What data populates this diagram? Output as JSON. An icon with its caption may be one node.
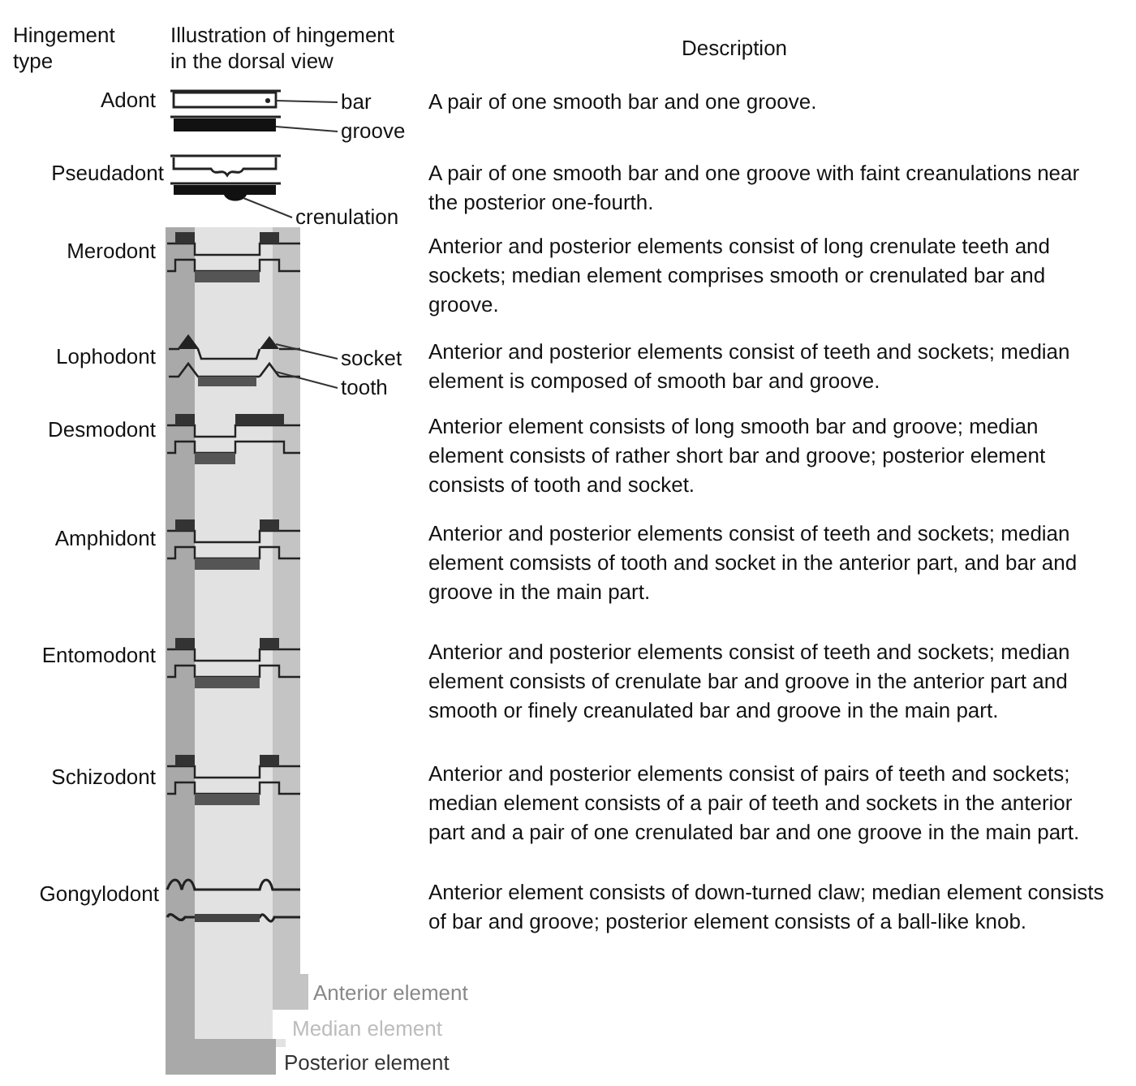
{
  "diagram": {
    "nodes": [
      {
        "text": [
          "bar"
        ]
      },
      {
        "text": [
          "groove"
        ]
      },
      {
        "text": [
          "crenulation"
        ]
      },
      {
        "text": [
          "socket"
        ]
      },
      {
        "text": [
          "tooth"
        ]
      },
      {
        "text": [],
        "shape": "bar"
      },
      {
        "text": [],
        "shape": "bar"
      },
      {
        "text": [],
        "shape": "bar"
      },
      {
        "text": [],
        "shape": "triangle"
      },
      {
        "text": [],
        "shape": "triangle"
      }
    ],
    "edges": [
      {
        "from": 0,
        "to": 5,
        "arrow": "none"
      },
      {
        "from": 1,
        "to": 6,
        "arrow": "none"
      },
      {
        "from": 2,
        "to": 7,
        "arrow": "none"
      },
      {
        "from": 3,
        "to": 8,
        "arrow": "none"
      },
      {
        "from": 4,
        "to": 9,
        "arrow": "none"
      }
    ],
    "labels": [
      "Hingement type",
      "Illustration of hingement in the dorsal view",
      "Description",
      "Adont",
      "A pair of one smooth bar and one groove.",
      "Pseudadont",
      "A pair of one smooth bar and one groove with faint creanulations near the posterior one-fourth.",
      "Merodont",
      "Anterior and posterior elements consist of long crenulate teeth and sockets; median element comprises smooth or crenulated bar and groove.",
      "Lophodont",
      "Anterior and posterior elements consist of teeth and sockets; median element is composed of smooth bar and groove.",
      "Desmodont",
      "Anterior element consists of long smooth bar and groove; median element consists of rather short bar and groove; posterior element consists of tooth and socket.",
      "Amphidont",
      "Anterior and posterior elements consist of teeth and sockets; median element comsists of tooth and socket in the anterior part, and bar and groove in the main part.",
      "Entomodont",
      "Anterior and posterior elements consist of teeth and sockets; median element consists of crenulate bar and groove in the anterior part and smooth or finely creanulated bar and groove in the main part.",
      "Schizodont",
      "Anterior and posterior elements consist of pairs of teeth and sockets; median element consists of a pair of teeth and sockets in the anterior part and a pair of one crenulated bar and one groove in the main part.",
      "Gongylodont",
      "Anterior element consists of down-turned claw; median element consists of bar and groove; posterior element consists of a ball-like knob."
    ],
    "legend": [
      {
        "text": "Anterior element",
        "color": "#c4c4c4"
      },
      {
        "text": "Median element",
        "color": "#e2e2e2"
      },
      {
        "text": "Posterior element",
        "color": "#a9a9a9"
      }
    ]
  }
}
